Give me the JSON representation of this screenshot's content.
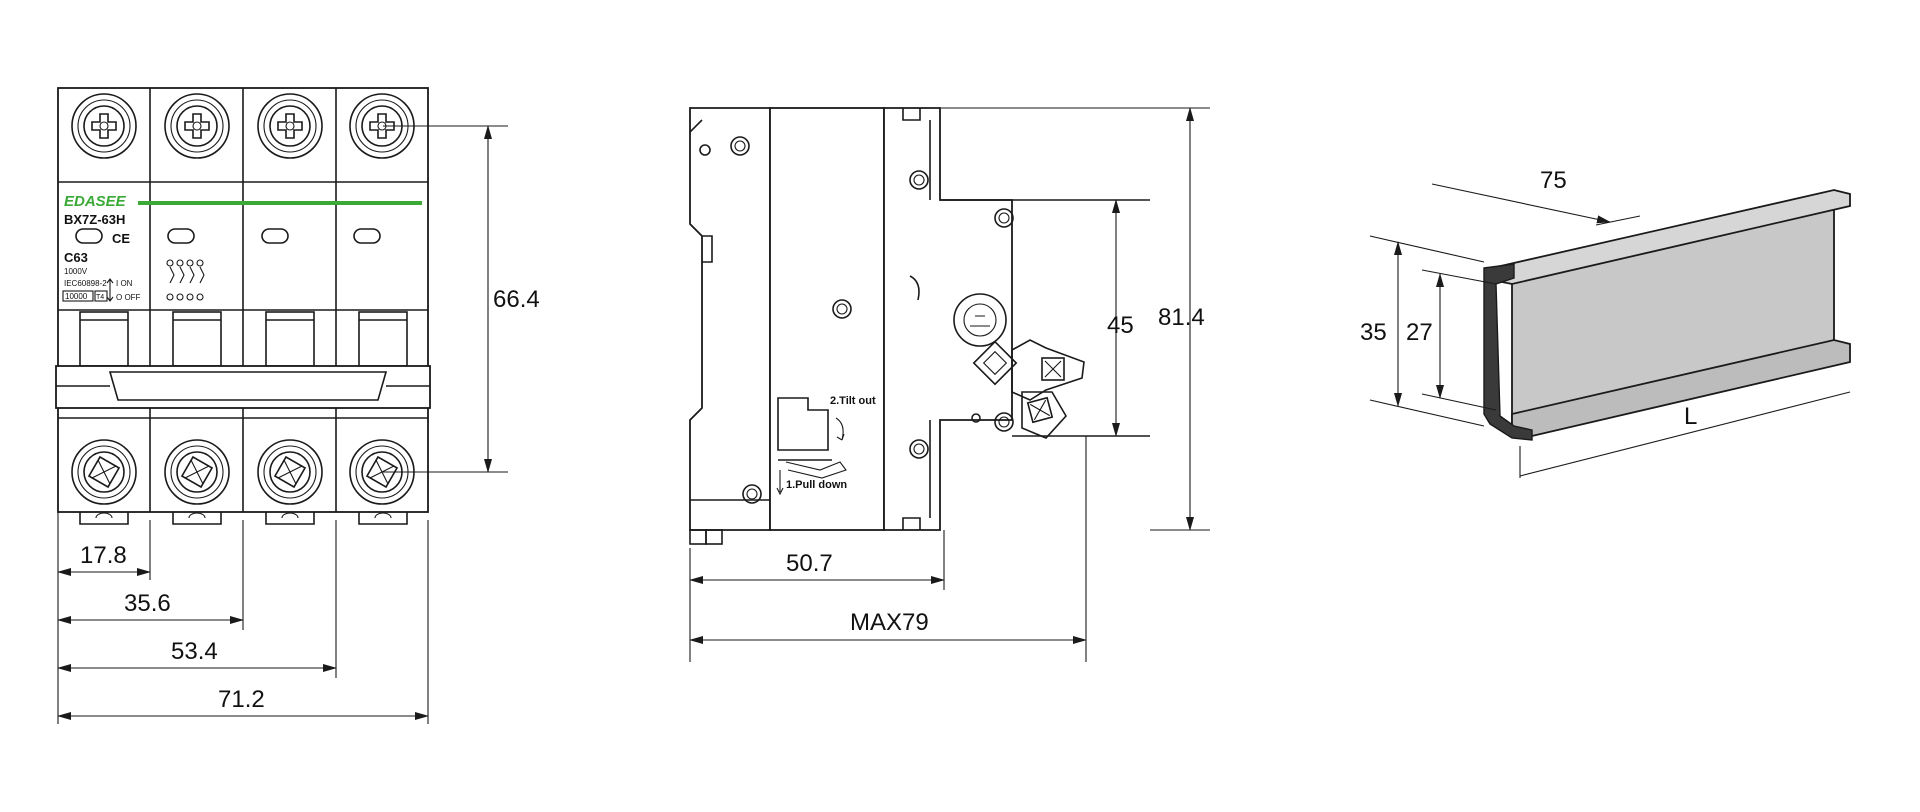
{
  "front_view": {
    "brand": "EDASEE",
    "model": "BX7Z-63H",
    "ce_mark": "CE",
    "rating": "C63",
    "voltage": "1000V",
    "standard": "IEC60898-2",
    "capacity": "10000",
    "capacity_class": "T4",
    "on_label": "I ON",
    "off_label": "O OFF",
    "brand_color": "#3aa935",
    "dimensions": {
      "height": "66.4",
      "pole_1": "17.8",
      "pole_2": "35.6",
      "pole_3": "53.4",
      "pole_4": "71.2"
    }
  },
  "side_view": {
    "step_tilt": "2.Tilt out",
    "step_pull": "1.Pull down",
    "dimensions": {
      "rail_height": "45",
      "total_height": "81.4",
      "depth": "50.7",
      "max_depth": "MAX79"
    }
  },
  "din_rail": {
    "fill_color": "#c8c8c8",
    "dimensions": {
      "width": "75",
      "height_outer": "35",
      "height_inner": "27",
      "length": "L"
    }
  }
}
